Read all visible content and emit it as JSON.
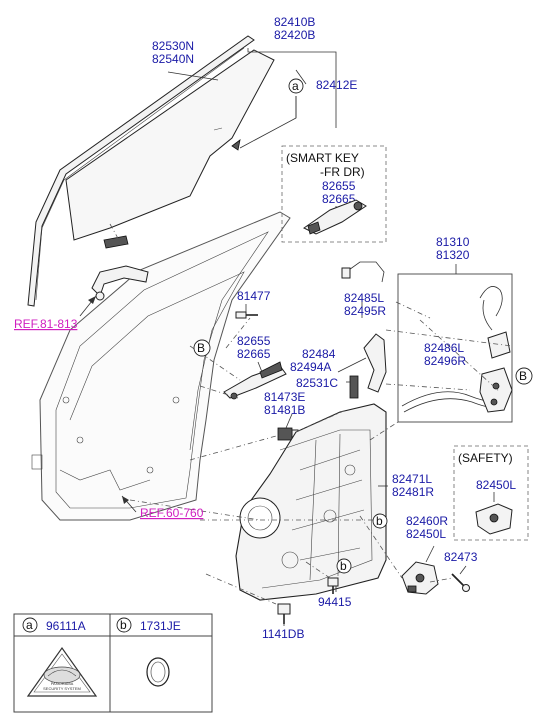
{
  "labels": {
    "glass_run": [
      "82530N",
      "82540N"
    ],
    "glass": [
      "82410B",
      "82420B"
    ],
    "glass_callout": "82412E",
    "smart_key_title": "(SMART KEY",
    "smart_key_sub": "-FR DR)",
    "smart_key_parts": [
      "82655",
      "82665"
    ],
    "latch_cable_assy": [
      "81310",
      "81320"
    ],
    "ref_body": "REF.81-813",
    "bolt_81477": "81477",
    "handle_parts": [
      "82655",
      "82665"
    ],
    "rod_parts": [
      "82485L",
      "82495R"
    ],
    "bracket_parts": [
      "82484",
      "82494A"
    ],
    "clip_82531C": "82531C",
    "cable_parts": [
      "82486L",
      "82496R"
    ],
    "cylinder_parts": [
      "81473E",
      "81481B"
    ],
    "module_parts": [
      "82471L",
      "82481R"
    ],
    "ref_door": "REF.60-760",
    "safety_title": "(SAFETY)",
    "safety_part": "82450L",
    "motor_parts": [
      "82460R",
      "82450L"
    ],
    "screw_82473": "82473",
    "screw_94415": "94415",
    "bolt_1141DB": "1141DB"
  },
  "callouts": {
    "a": "a",
    "b": "b",
    "B": "B"
  },
  "legend": {
    "a_letter": "a",
    "a_part": "96111A",
    "b_letter": "b",
    "b_part": "1731JE",
    "badge_text": [
      "PANORAMA",
      "SECURITY SYSTEM"
    ]
  },
  "colors": {
    "part_number": "#1a1aa6",
    "reference": "#d01fc0"
  }
}
